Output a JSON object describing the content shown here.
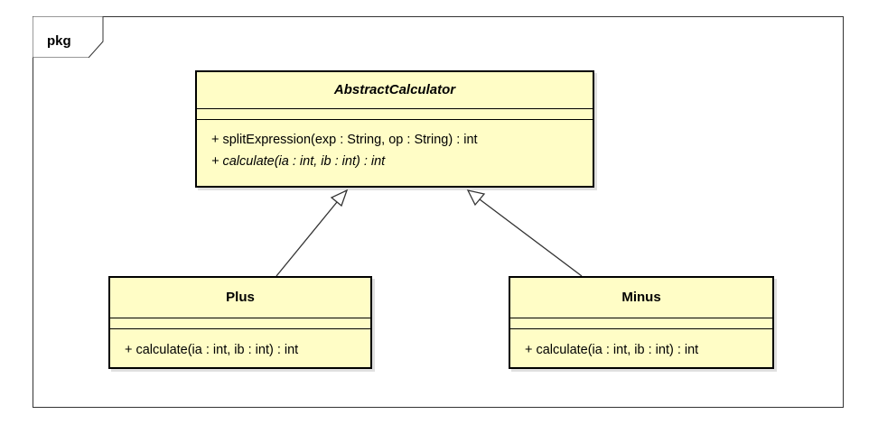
{
  "package": {
    "label": "pkg"
  },
  "classes": {
    "abstract": {
      "name": "AbstractCalculator",
      "operations": [
        "+ splitExpression(exp : String, op : String) : int",
        "+ calculate(ia : int, ib : int) : int"
      ]
    },
    "plus": {
      "name": "Plus",
      "operations": [
        "+ calculate(ia : int, ib : int) : int"
      ]
    },
    "minus": {
      "name": "Minus",
      "operations": [
        "+ calculate(ia : int, ib : int) : int"
      ]
    }
  },
  "relations": [
    {
      "type": "generalization",
      "from": "Plus",
      "to": "AbstractCalculator"
    },
    {
      "type": "generalization",
      "from": "Minus",
      "to": "AbstractCalculator"
    }
  ],
  "colors": {
    "class_fill": "#fffdc6",
    "border": "#000000"
  }
}
